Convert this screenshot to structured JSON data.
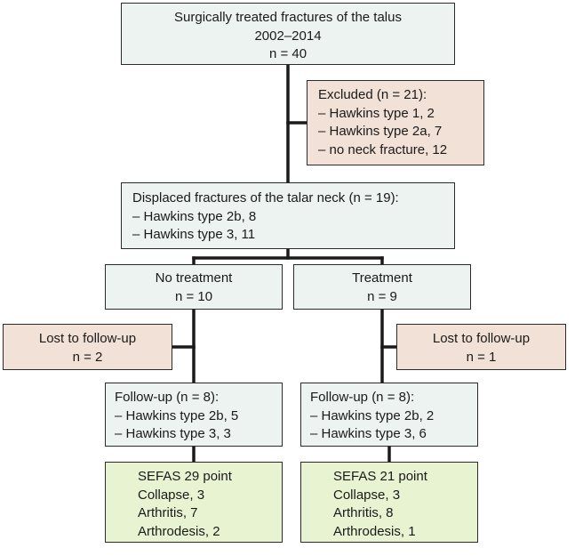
{
  "total": {
    "title": "Surgically treated fractures of the talus",
    "period": "2002–2014",
    "n": "n = 40"
  },
  "excluded": {
    "title": "Excluded (n = 21):",
    "items": [
      "– Hawkins type 1, 2",
      "– Hawkins type 2a, 7",
      "– no neck fracture, 12"
    ]
  },
  "displaced": {
    "title": "Displaced fractures of the talar neck (n = 19):",
    "items": [
      "– Hawkins type 2b, 8",
      "– Hawkins type 3, 11"
    ]
  },
  "no_treatment": {
    "title": "No treatment",
    "n": "n = 10"
  },
  "treatment": {
    "title": "Treatment",
    "n": "n = 9"
  },
  "lost_left": {
    "title": "Lost to follow-up",
    "n": "n = 2"
  },
  "lost_right": {
    "title": "Lost to follow-up",
    "n": "n = 1"
  },
  "followup_left": {
    "title": "Follow-up (n = 8):",
    "items": [
      "– Hawkins type 2b, 5",
      "– Hawkins type 3, 3"
    ]
  },
  "followup_right": {
    "title": "Follow-up (n = 8):",
    "items": [
      "– Hawkins type 2b, 2",
      "– Hawkins type 3, 6"
    ]
  },
  "result_left": {
    "lines": [
      "SEFAS 29 point",
      "Collapse, 3",
      "Arthritis, 7",
      "Arthrodesis, 2"
    ]
  },
  "result_right": {
    "lines": [
      "SEFAS 21 point",
      "Collapse, 3",
      "Arthritis, 8",
      "Arthrodesis, 1"
    ]
  }
}
